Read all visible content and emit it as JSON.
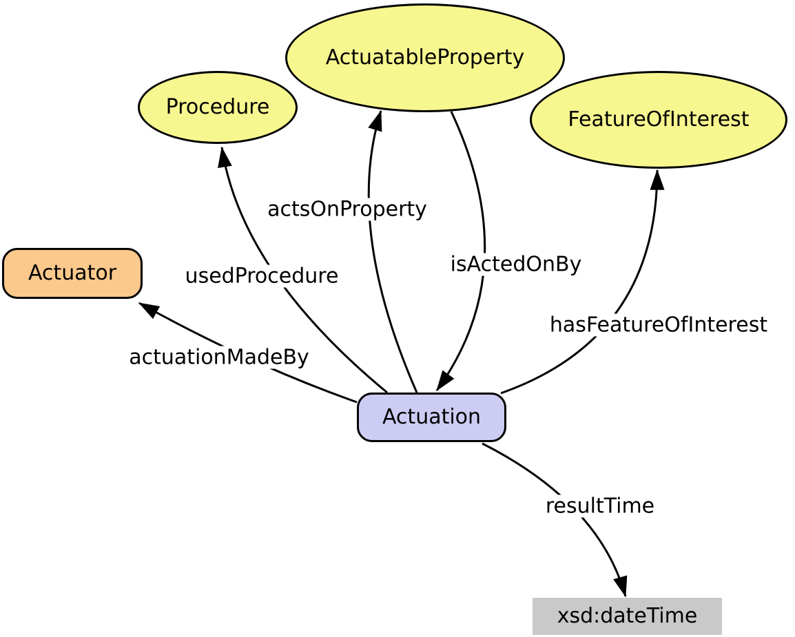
{
  "diagram": {
    "type": "ontology-class-diagram",
    "nodes": {
      "procedure": {
        "label": "Procedure",
        "shape": "ellipse",
        "fill": "#F7F78F"
      },
      "actuatable_property": {
        "label": "ActuatableProperty",
        "shape": "ellipse",
        "fill": "#F7F78F"
      },
      "feature_of_interest": {
        "label": "FeatureOfInterest",
        "shape": "ellipse",
        "fill": "#F7F78F"
      },
      "actuator": {
        "label": "Actuator",
        "shape": "rounded-rect",
        "fill": "#FBC98C"
      },
      "actuation": {
        "label": "Actuation",
        "shape": "rounded-rect",
        "fill": "#CDCDF4"
      },
      "xsd_datetime": {
        "label": "xsd:dateTime",
        "shape": "rect",
        "fill": "#C9C9C9"
      }
    },
    "edges": [
      {
        "id": "used_procedure",
        "label": "usedProcedure",
        "from": "actuation",
        "to": "procedure"
      },
      {
        "id": "acts_on_property",
        "label": "actsOnProperty",
        "from": "actuation",
        "to": "actuatable_property"
      },
      {
        "id": "is_acted_on_by",
        "label": "isActedOnBy",
        "from": "actuatable_property",
        "to": "actuation"
      },
      {
        "id": "has_feature_of_interest",
        "label": "hasFeatureOfInterest",
        "from": "actuation",
        "to": "feature_of_interest"
      },
      {
        "id": "actuation_made_by",
        "label": "actuationMadeBy",
        "from": "actuation",
        "to": "actuator"
      },
      {
        "id": "result_time",
        "label": "resultTime",
        "from": "actuation",
        "to": "xsd_datetime"
      }
    ],
    "colors": {
      "class_yellow": "#F7F78F",
      "actuator_orange": "#FBC98C",
      "actuation_lavender": "#CDCDF4",
      "literal_gray": "#C9C9C9",
      "edge_black": "#000000",
      "background": "#FFFFFF"
    }
  }
}
